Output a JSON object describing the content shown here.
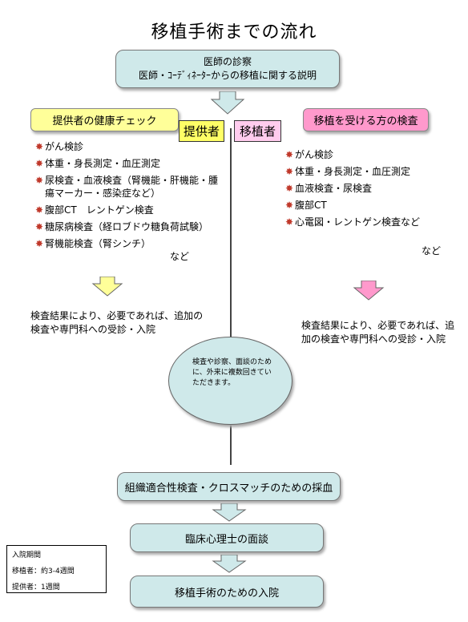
{
  "title": "移植手術までの流れ",
  "top_box": {
    "line1": "医師の診察",
    "line2": "医師・ｺｰﾃﾞｨﾈｰﾀｰからの移植に関する説明"
  },
  "left_header": "提供者の健康チェック",
  "right_header": "移植を受ける方の検査",
  "donor_tag": "提供者",
  "recipient_tag": "移植者",
  "donor_items": [
    "がん検診",
    "体重・身長測定・血圧測定",
    "尿検査・血液検査（腎機能・肝機能・腫瘍マーカー・感染症など）",
    "腹部CT　レントゲン検査",
    "糖尿病検査（経ロブドウ糖負荷試験）",
    "腎機能検査（腎シンチ）"
  ],
  "donor_etc": "など",
  "recipient_items": [
    "がん検診",
    "体重・身長測定・血圧測定",
    "血液検査・尿検査",
    "腹部CT",
    "心電図・レントゲン検査など"
  ],
  "recipient_etc": "など",
  "donor_result": "検査結果により、必要であれば、追加の検査や専門科への受診・入院",
  "recipient_result": "検査結果により、必要であれば、追加の検査や専門科への受診・入院",
  "ellipse_text": "検査や診察、面談のために、外来に複数回きていただきます。",
  "step1": "組織適合性検査・クロスマッチのための採血",
  "step2": "臨床心理士の面談",
  "step3": "移植手術のための入院",
  "period": {
    "heading": "入院期間",
    "recipient": "移植者：約3-4週間",
    "donor": "提供者：1週間"
  },
  "colors": {
    "teal_fill": "#cfe9ea",
    "yellow_header": "#ffff99",
    "pink_header": "#ff99cc",
    "bullet": "#c0392b"
  },
  "icons": {
    "bullet": "✸"
  }
}
